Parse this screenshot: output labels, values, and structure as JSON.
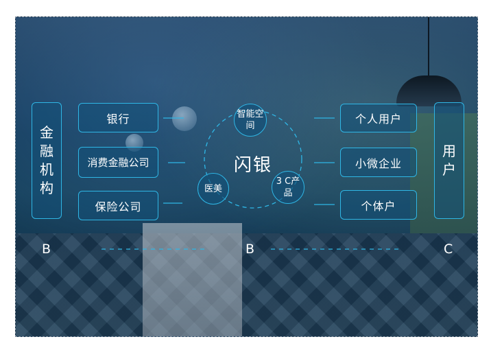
{
  "left_group": {
    "title": "金融机构",
    "items": [
      "银行",
      "消费金融公司",
      "保险公司"
    ]
  },
  "center_group": {
    "title": "闪银",
    "nodes": [
      "智能空间",
      "医美",
      "3 C产品"
    ]
  },
  "right_group": {
    "title": "用户",
    "items": [
      "个人用户",
      "小微企业",
      "个体户"
    ]
  },
  "labels": {
    "left": "B",
    "center": "B",
    "right": "C"
  },
  "colors": {
    "accent": "#2fb7e6",
    "box_fill": "#125078"
  }
}
